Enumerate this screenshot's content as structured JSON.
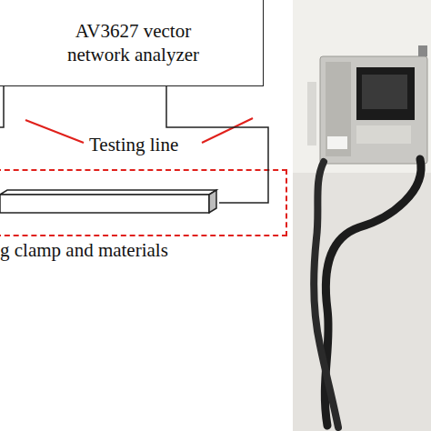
{
  "diagram": {
    "nodes": [
      {
        "text": [
          "AV3627 vector network analyzer"
        ]
      },
      {
        "text": [
          "g clamp and materials"
        ]
      }
    ],
    "edges": [
      {
        "from": 0,
        "to": 1,
        "arrow": "none"
      },
      {
        "from": 0,
        "to": 1,
        "arrow": "none"
      }
    ],
    "labels": [
      "Testing line"
    ]
  }
}
